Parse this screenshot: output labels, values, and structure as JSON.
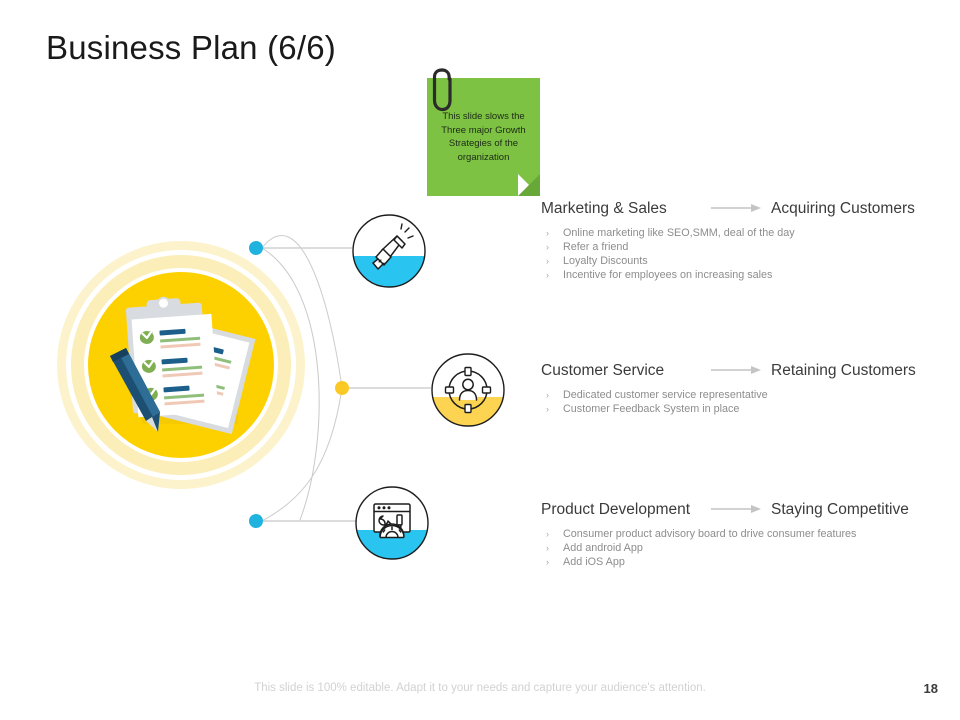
{
  "slide": {
    "title": "Business Plan (6/6)",
    "page_number": "18",
    "footer": "This slide is 100% editable. Adapt it to your needs and capture your audience's attention."
  },
  "sticky_note": {
    "text": "This slide slows the Three major Growth Strategies of the organization",
    "color": "#7dc242",
    "clip_icon": "paperclip-icon"
  },
  "main_visual": {
    "icon": "clipboard-checklist-pen-icon",
    "core_color": "#fdd100",
    "ring_color": "#fbeeb8"
  },
  "sections": [
    {
      "icon": "megaphone-icon",
      "accent": "#29c4f0",
      "dot_color": "#21b3e0",
      "heading": "Marketing & Sales",
      "arrow_icon": "arrow-right-icon",
      "outcome": "Acquiring Customers",
      "bullets": [
        "Online marketing like SEO,SMM,  deal of the day",
        "Refer a friend",
        "Loyalty Discounts",
        "Incentive for employees on increasing sales"
      ]
    },
    {
      "icon": "target-person-icon",
      "accent": "#fcd451",
      "dot_color": "#fbc926",
      "heading": "Customer Service",
      "arrow_icon": "arrow-right-icon",
      "outcome": "Retaining Customers",
      "bullets": [
        "Dedicated customer service representative",
        "Customer Feedback System in place"
      ]
    },
    {
      "icon": "browser-tools-gear-icon",
      "accent": "#29c4f0",
      "dot_color": "#21b3e0",
      "heading": "Product Development",
      "arrow_icon": "arrow-right-icon",
      "outcome": "Staying Competitive",
      "bullets": [
        "Consumer product advisory board to drive consumer features",
        "Add android App",
        "Add iOS App"
      ]
    }
  ]
}
